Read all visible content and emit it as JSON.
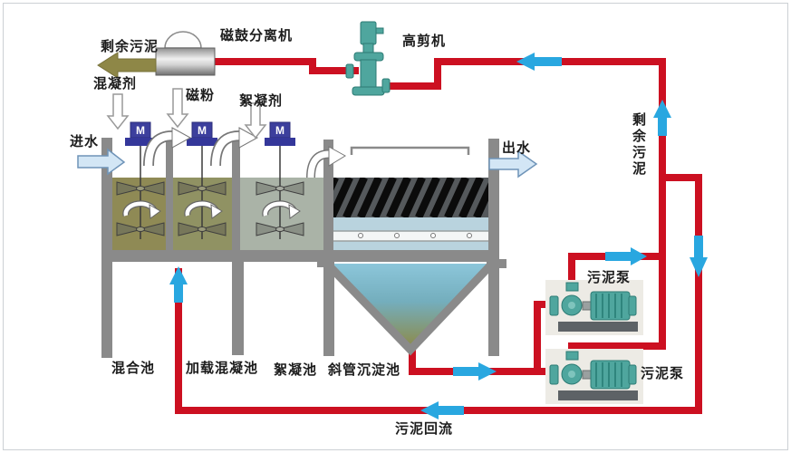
{
  "diagram": {
    "top": {
      "surplus_sludge": "剩余污泥",
      "drum_separator": "磁鼓分离机",
      "high_shear": "高剪机"
    },
    "dosing": {
      "coagulant": "混凝剂",
      "magnetic_powder": "磁粉",
      "flocculant": "絮凝剂"
    },
    "flows": {
      "influent": "进水",
      "effluent": "出水",
      "surplus_sludge_line": "剩余污泥",
      "sludge_return": "污泥回流"
    },
    "equipment": {
      "sludge_pump_1": "污泥泵",
      "sludge_pump_2": "污泥泵",
      "motor": "M"
    },
    "tanks": {
      "mixing": "混合池",
      "loaded_coagulation": "加载混凝池",
      "flocculation": "絮凝池",
      "inclined_tube_settling": "斜管沉淀池"
    }
  },
  "colors": {
    "pipe_red": "#cc1021",
    "flow_arrow_blue": "#29a7e0",
    "machine_teal": "#4fa69e",
    "tank_wall_gray": "#8a8a8a",
    "mix_water_olive": "#8f8a55",
    "clear_water_blue": "#b9d3de",
    "motor_indigo": "#3c3f9d",
    "sludge_arrow_olive": "#8e8747",
    "inout_arrow_blue": "#d3e6f5"
  }
}
